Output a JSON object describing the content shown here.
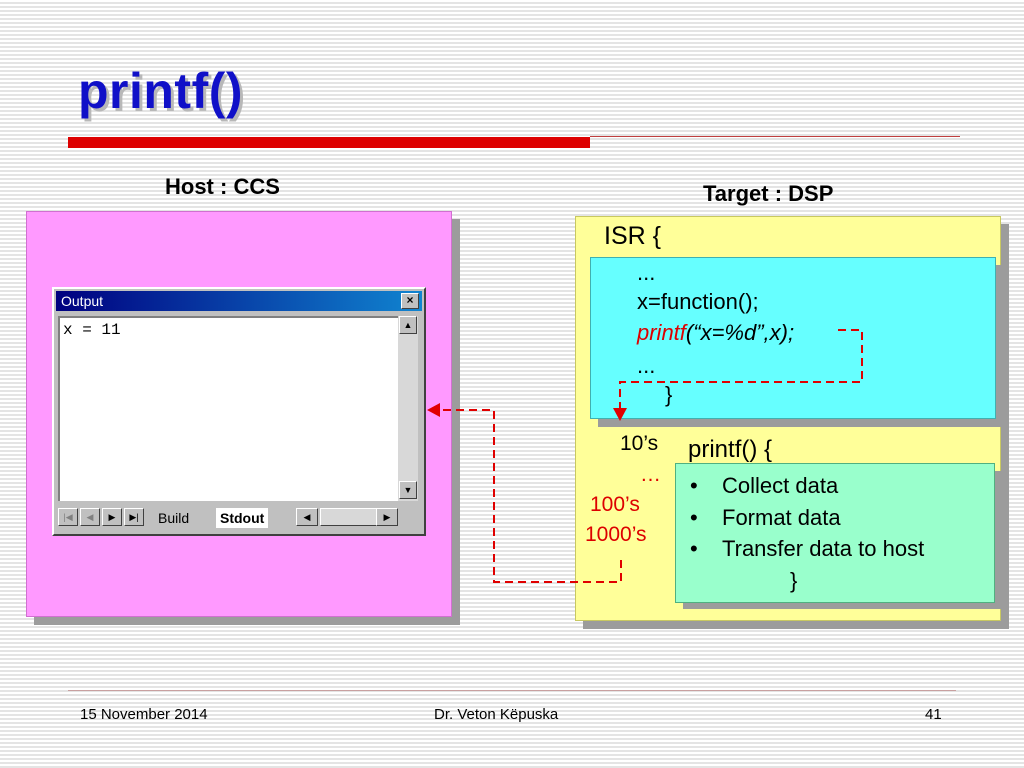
{
  "slide": {
    "title": "printf()",
    "host_label": "Host : CCS",
    "target_label": "Target : DSP"
  },
  "output_window": {
    "title": "Output",
    "close_glyph": "×",
    "content": "x = 11",
    "tabs": [
      "Build",
      "Stdout"
    ]
  },
  "isr": {
    "label": "ISR  {",
    "lines": [
      "...",
      "x=function();",
      "...",
      "}"
    ],
    "printf_fn": "printf",
    "printf_args": "(“x=%d”,x);"
  },
  "rates": {
    "tens": "10’s",
    "dots": "…",
    "hundreds": "100’s",
    "thousands": "1000’s"
  },
  "printf_block": {
    "label": "printf() {",
    "items": [
      "Collect data",
      "Format data",
      "Transfer data to host"
    ],
    "closing": "}"
  },
  "footer": {
    "date": "15 November 2014",
    "author": "Dr. Veton Këpuska",
    "page": "41"
  },
  "colors": {
    "title": "#1010c8",
    "accent_red": "#dd0000",
    "host_panel": "#ff99ff",
    "target_panel": "#ffff99",
    "isr_box": "#66ffff",
    "printf_box": "#99ffcc"
  }
}
